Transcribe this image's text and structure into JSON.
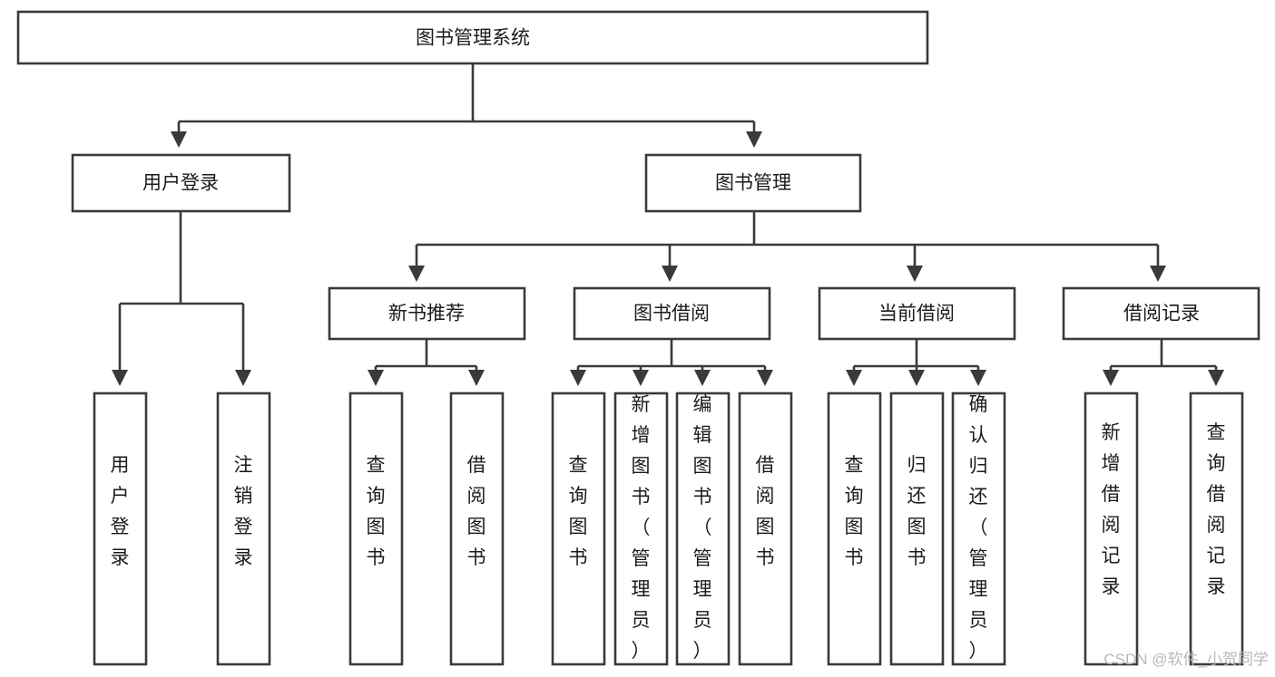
{
  "diagram": {
    "title": "图书管理系统",
    "type": "tree-hierarchy",
    "root": {
      "id": "root",
      "label": "图书管理系统"
    },
    "level1": [
      {
        "id": "user-login",
        "label": "用户登录"
      },
      {
        "id": "book-manage",
        "label": "图书管理"
      }
    ],
    "level2": [
      {
        "id": "new-book-recommend",
        "label": "新书推荐",
        "parent": "book-manage"
      },
      {
        "id": "book-borrow",
        "label": "图书借阅",
        "parent": "book-manage"
      },
      {
        "id": "current-borrow",
        "label": "当前借阅",
        "parent": "book-manage"
      },
      {
        "id": "borrow-record",
        "label": "借阅记录",
        "parent": "book-manage"
      }
    ],
    "leaves": [
      {
        "id": "leaf-user-login",
        "label": "用户登录",
        "parent": "user-login"
      },
      {
        "id": "leaf-user-logout",
        "label": "注销登录",
        "parent": "user-login"
      },
      {
        "id": "leaf-query-book-1",
        "label": "查询图书",
        "parent": "new-book-recommend"
      },
      {
        "id": "leaf-borrow-book-1",
        "label": "借阅图书",
        "parent": "new-book-recommend"
      },
      {
        "id": "leaf-query-book-2",
        "label": "查询图书",
        "parent": "book-borrow"
      },
      {
        "id": "leaf-add-book",
        "label": "新增图书（管理员）",
        "parent": "book-borrow"
      },
      {
        "id": "leaf-edit-book",
        "label": "编辑图书（管理员）",
        "parent": "book-borrow"
      },
      {
        "id": "leaf-borrow-book-2",
        "label": "借阅图书",
        "parent": "book-borrow"
      },
      {
        "id": "leaf-query-book-3",
        "label": "查询图书",
        "parent": "current-borrow"
      },
      {
        "id": "leaf-return-book",
        "label": "归还图书",
        "parent": "current-borrow"
      },
      {
        "id": "leaf-confirm-return",
        "label": "确认归还（管理员）",
        "parent": "current-borrow"
      },
      {
        "id": "leaf-add-record",
        "label": "新增借阅记录",
        "parent": "borrow-record"
      },
      {
        "id": "leaf-query-record",
        "label": "查询借阅记录",
        "parent": "borrow-record"
      }
    ],
    "colors": {
      "stroke": "#3a3a3a",
      "fill": "#ffffff",
      "text": "#1b1b1b",
      "watermark": "#b9b9b9"
    }
  },
  "watermark": {
    "text": "CSDN @软件_小贺同学"
  }
}
